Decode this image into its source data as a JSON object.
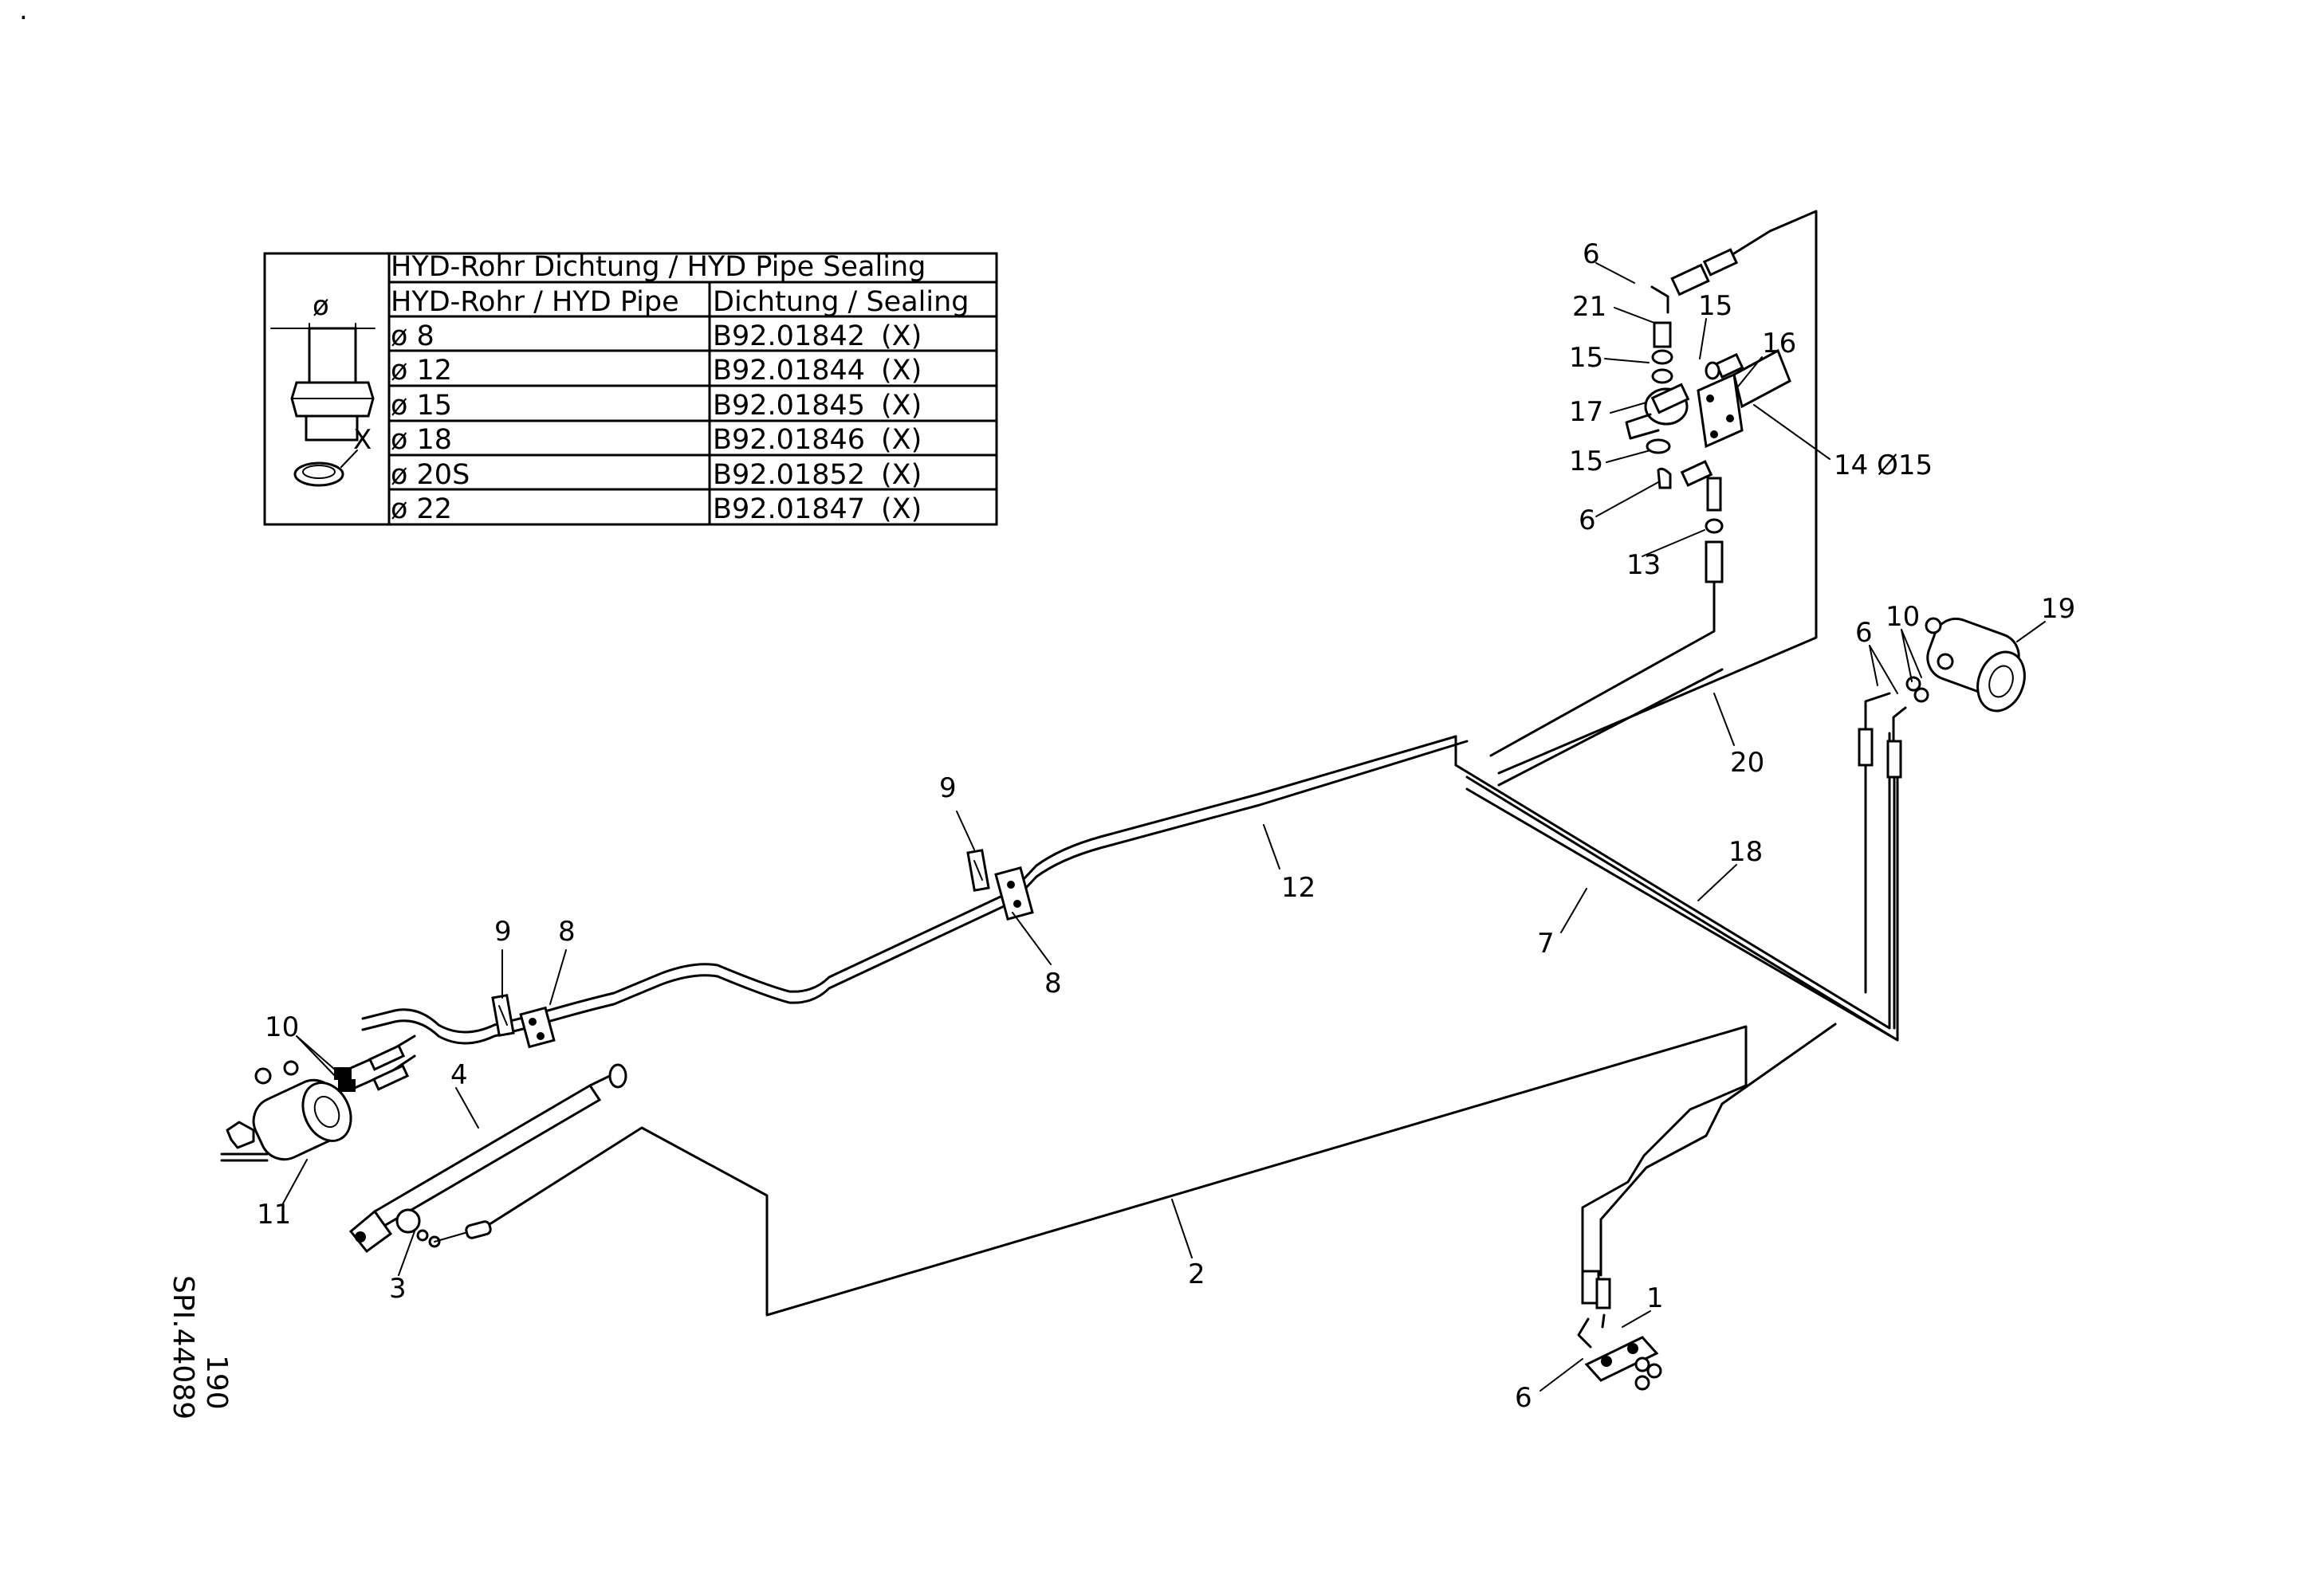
{
  "table": {
    "title": "HYD-Rohr Dichtung / HYD Pipe Sealing",
    "col_pipe": "HYD-Rohr / HYD Pipe",
    "col_sealing": "Dichtung / Sealing",
    "diameter_symbol": "ø",
    "seal_label": "X",
    "rows": [
      {
        "pipe": "ø 8",
        "sealing": "B92.01842",
        "note": "(X)"
      },
      {
        "pipe": "ø 12",
        "sealing": "B92.01844",
        "note": "(X)"
      },
      {
        "pipe": "ø 15",
        "sealing": "B92.01845",
        "note": "(X)"
      },
      {
        "pipe": "ø 18",
        "sealing": "B92.01846",
        "note": "(X)"
      },
      {
        "pipe": "ø 20S",
        "sealing": "B92.01852",
        "note": "(X)"
      },
      {
        "pipe": "ø 22",
        "sealing": "B92.01847",
        "note": "(X)"
      }
    ]
  },
  "callouts": [
    {
      "label": "6"
    },
    {
      "label": "21"
    },
    {
      "label": "15"
    },
    {
      "label": "15"
    },
    {
      "label": "16"
    },
    {
      "label": "17"
    },
    {
      "label": "15"
    },
    {
      "label": "14 Ø15"
    },
    {
      "label": "6"
    },
    {
      "label": "13"
    },
    {
      "label": "20"
    },
    {
      "label": "19"
    },
    {
      "label": "10"
    },
    {
      "label": "6"
    },
    {
      "label": "18"
    },
    {
      "label": "7"
    },
    {
      "label": "12"
    },
    {
      "label": "9"
    },
    {
      "label": "8"
    },
    {
      "label": "9"
    },
    {
      "label": "8"
    },
    {
      "label": "10"
    },
    {
      "label": "4"
    },
    {
      "label": "11"
    },
    {
      "label": "3"
    },
    {
      "label": "2"
    },
    {
      "label": "1"
    },
    {
      "label": "6"
    }
  ],
  "drawing_id": "SPI.44089",
  "page_number": "190",
  "corner_mark": "."
}
